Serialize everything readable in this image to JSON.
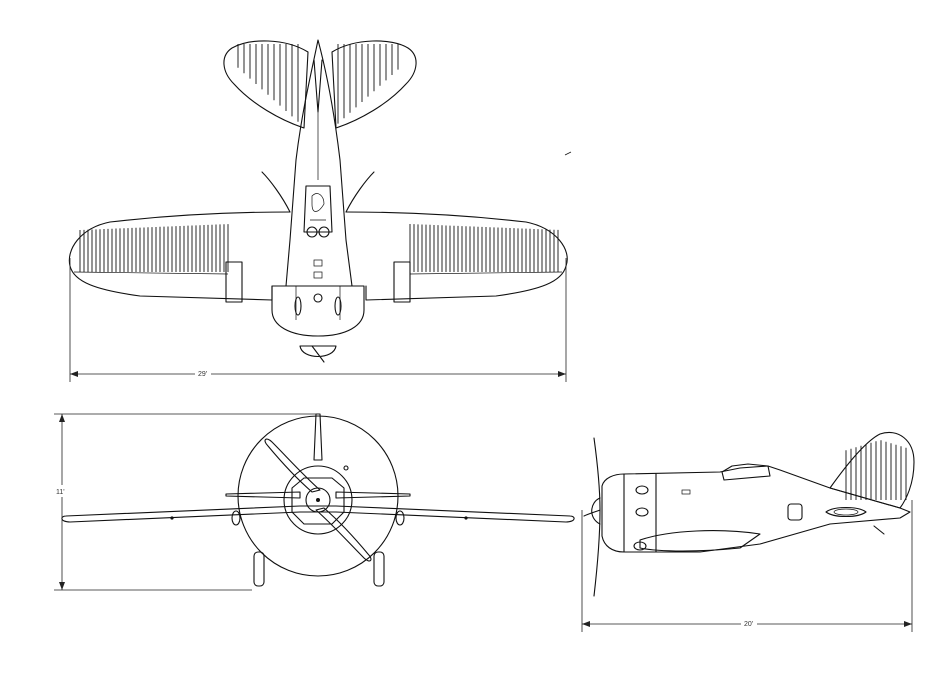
{
  "dimensions": {
    "wingspan_label": "29'",
    "height_label": "11'",
    "length_label": "20'"
  }
}
